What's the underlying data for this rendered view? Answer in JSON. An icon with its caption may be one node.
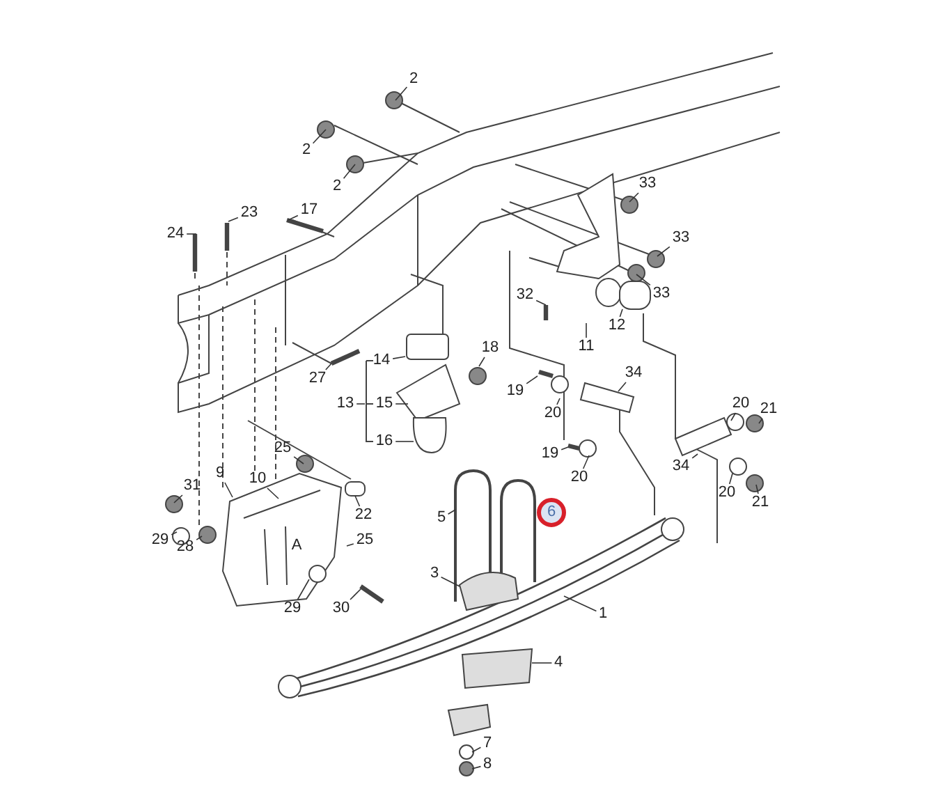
{
  "diagram": {
    "nodes": [
      {
        "text": [
          "2"
        ]
      },
      {
        "text": [
          "2"
        ]
      },
      {
        "text": [
          "2"
        ]
      },
      {
        "text": [
          "17"
        ]
      },
      {
        "text": [
          "23"
        ]
      },
      {
        "text": [
          "24"
        ]
      },
      {
        "text": [
          "33"
        ]
      },
      {
        "text": [
          "33"
        ]
      },
      {
        "text": [
          "33"
        ]
      },
      {
        "text": [
          "32"
        ]
      },
      {
        "text": [
          "12"
        ]
      },
      {
        "text": [
          "11"
        ]
      },
      {
        "text": [
          "14"
        ]
      },
      {
        "text": [
          "13"
        ]
      },
      {
        "text": [
          "15"
        ]
      },
      {
        "text": [
          "16"
        ]
      },
      {
        "text": [
          "18"
        ]
      },
      {
        "text": [
          "27"
        ]
      },
      {
        "text": [
          "19"
        ]
      },
      {
        "text": [
          "20"
        ]
      },
      {
        "text": [
          "34"
        ]
      },
      {
        "text": [
          "19"
        ]
      },
      {
        "text": [
          "20"
        ]
      },
      {
        "text": [
          "34"
        ]
      },
      {
        "text": [
          "20"
        ]
      },
      {
        "text": [
          "21"
        ]
      },
      {
        "text": [
          "20"
        ]
      },
      {
        "text": [
          "21"
        ]
      },
      {
        "text": [
          "25"
        ]
      },
      {
        "text": [
          "9"
        ]
      },
      {
        "text": [
          "10"
        ]
      },
      {
        "text": [
          "31"
        ]
      },
      {
        "text": [
          "22"
        ]
      },
      {
        "text": [
          "29"
        ]
      },
      {
        "text": [
          "28"
        ]
      },
      {
        "text": [
          "25"
        ]
      },
      {
        "text": [
          "29"
        ]
      },
      {
        "text": [
          "30"
        ]
      },
      {
        "text": [
          "5"
        ]
      },
      {
        "text": [
          "3"
        ]
      },
      {
        "text": [
          "1"
        ]
      },
      {
        "text": [
          "4"
        ]
      },
      {
        "text": [
          "7"
        ]
      },
      {
        "text": [
          "8"
        ]
      }
    ],
    "edges": [
      {
        "from": 0,
        "to": null,
        "arrow": "none"
      },
      {
        "from": 1,
        "to": null,
        "arrow": "none"
      },
      {
        "from": 2,
        "to": null,
        "arrow": "none"
      },
      {
        "from": 3,
        "to": null,
        "arrow": "none"
      },
      {
        "from": 4,
        "to": null,
        "arrow": "none"
      },
      {
        "from": 5,
        "to": null,
        "arrow": "none"
      },
      {
        "from": 6,
        "to": null,
        "arrow": "none"
      },
      {
        "from": 7,
        "to": null,
        "arrow": "none"
      },
      {
        "from": 8,
        "to": null,
        "arrow": "none"
      },
      {
        "from": 9,
        "to": null,
        "arrow": "none"
      },
      {
        "from": 10,
        "to": null,
        "arrow": "none"
      },
      {
        "from": 11,
        "to": null,
        "arrow": "none"
      },
      {
        "from": 12,
        "to": null,
        "arrow": "none"
      },
      {
        "from": 13,
        "to": null,
        "arrow": "none"
      },
      {
        "from": 14,
        "to": null,
        "arrow": "none"
      },
      {
        "from": 15,
        "to": null,
        "arrow": "none"
      },
      {
        "from": 16,
        "to": null,
        "arrow": "none"
      },
      {
        "from": 17,
        "to": null,
        "arrow": "none"
      },
      {
        "from": 18,
        "to": null,
        "arrow": "none"
      },
      {
        "from": 19,
        "to": null,
        "arrow": "none"
      },
      {
        "from": 20,
        "to": null,
        "arrow": "none"
      },
      {
        "from": 21,
        "to": null,
        "arrow": "none"
      },
      {
        "from": 22,
        "to": null,
        "arrow": "none"
      },
      {
        "from": 23,
        "to": null,
        "arrow": "none"
      },
      {
        "from": 24,
        "to": null,
        "arrow": "none"
      },
      {
        "from": 25,
        "to": null,
        "arrow": "none"
      },
      {
        "from": 26,
        "to": null,
        "arrow": "none"
      },
      {
        "from": 27,
        "to": null,
        "arrow": "none"
      },
      {
        "from": 28,
        "to": null,
        "arrow": "none"
      },
      {
        "from": 29,
        "to": null,
        "arrow": "none"
      },
      {
        "from": 30,
        "to": null,
        "arrow": "none"
      },
      {
        "from": 31,
        "to": null,
        "arrow": "none"
      },
      {
        "from": 32,
        "to": null,
        "arrow": "none"
      },
      {
        "from": 33,
        "to": null,
        "arrow": "none"
      },
      {
        "from": 34,
        "to": null,
        "arrow": "none"
      },
      {
        "from": 35,
        "to": null,
        "arrow": "none"
      },
      {
        "from": 36,
        "to": null,
        "arrow": "none"
      },
      {
        "from": 37,
        "to": null,
        "arrow": "none"
      },
      {
        "from": 38,
        "to": null,
        "arrow": "none"
      },
      {
        "from": 39,
        "to": null,
        "arrow": "none"
      },
      {
        "from": 40,
        "to": null,
        "arrow": "none"
      },
      {
        "from": 41,
        "to": null,
        "arrow": "none"
      },
      {
        "from": 42,
        "to": null,
        "arrow": "none"
      },
      {
        "from": 43,
        "to": null,
        "arrow": "none"
      }
    ],
    "labels": [
      "A",
      "6"
    ]
  }
}
